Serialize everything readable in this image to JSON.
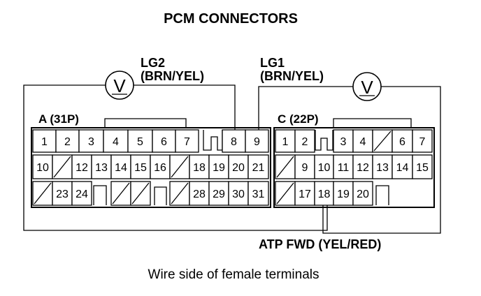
{
  "title": "PCM CONNECTORS",
  "connector_a": {
    "label": "A (31P)",
    "row1": [
      "1",
      "2",
      "3",
      "4",
      "5",
      "6",
      "7",
      "",
      "8",
      "9"
    ],
    "row2": [
      "10",
      "",
      "12",
      "13",
      "14",
      "15",
      "16",
      "",
      "18",
      "19",
      "20",
      "21"
    ],
    "row3": [
      "",
      "23",
      "24",
      "",
      "",
      "",
      "",
      "",
      "28",
      "29",
      "30",
      "31"
    ]
  },
  "connector_c": {
    "label": "C (22P)",
    "row1": [
      "1",
      "2",
      "",
      "3",
      "4",
      "",
      "6",
      "7"
    ],
    "row2": [
      "",
      "9",
      "10",
      "11",
      "12",
      "13",
      "14",
      "15"
    ],
    "row3": [
      "",
      "17",
      "18",
      "19",
      "20"
    ]
  },
  "meter_left": {
    "line1": "LG2",
    "line2": "(BRN/YEL)"
  },
  "meter_right": {
    "line1": "LG1",
    "line2": "(BRN/YEL)"
  },
  "signal_label": "ATP FWD (YEL/RED)",
  "caption": "Wire side of female terminals",
  "meter_symbol": "V"
}
